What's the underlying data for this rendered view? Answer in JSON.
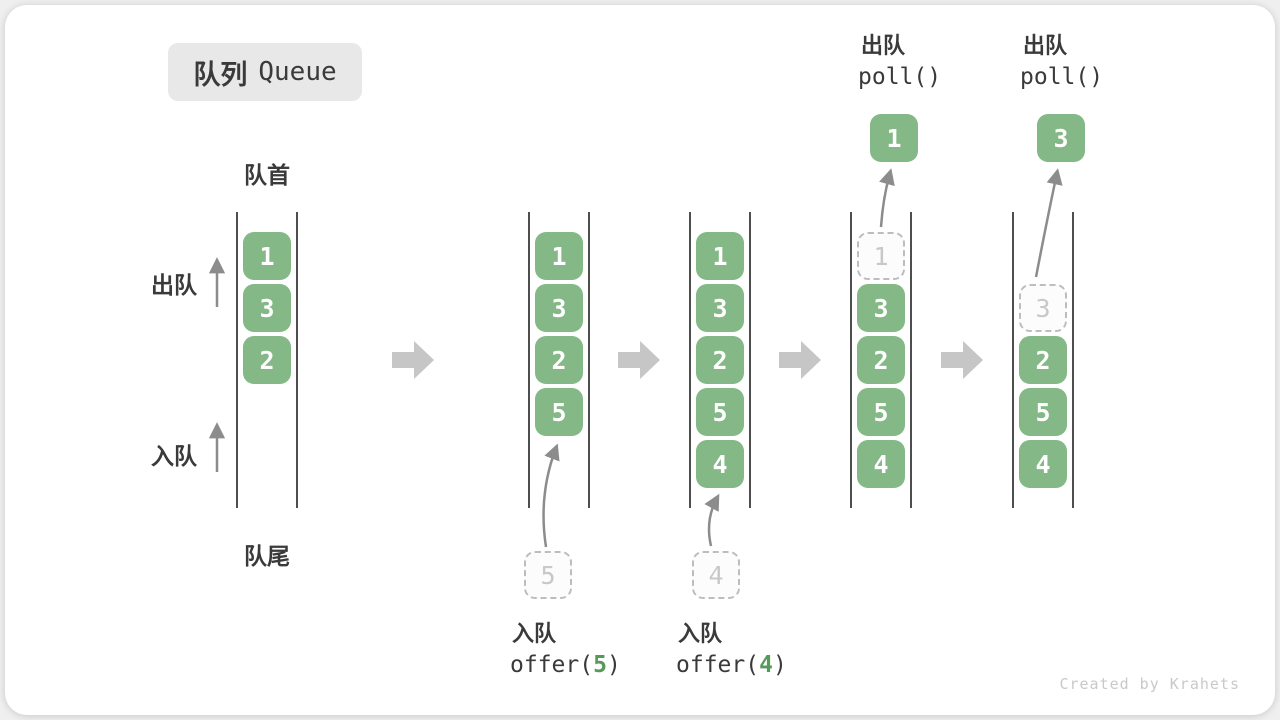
{
  "title": {
    "zh": "队列",
    "en": "Queue"
  },
  "side_labels": {
    "front": "队首",
    "rear": "队尾",
    "dequeue": "出队",
    "enqueue": "入队"
  },
  "states": [
    {
      "items": [
        "1",
        "3",
        "2"
      ]
    },
    {
      "items": [
        "1",
        "3",
        "2",
        "5"
      ],
      "incoming": "5",
      "op": {
        "zh": "入队",
        "code_prefix": "offer(",
        "code_arg": "5",
        "code_suffix": ")"
      }
    },
    {
      "items": [
        "1",
        "3",
        "2",
        "5",
        "4"
      ],
      "incoming": "4",
      "op": {
        "zh": "入队",
        "code_prefix": "offer(",
        "code_arg": "4",
        "code_suffix": ")"
      }
    },
    {
      "items": [
        "3",
        "2",
        "5",
        "4"
      ],
      "removed": "1",
      "polled": "1",
      "op": {
        "zh": "出队",
        "code": "poll()"
      }
    },
    {
      "items": [
        "2",
        "5",
        "4"
      ],
      "removed": "3",
      "polled": "3",
      "op": {
        "zh": "出队",
        "code": "poll()"
      }
    }
  ],
  "watermark": "Created by Krahets",
  "colors": {
    "box_green": "#84b886",
    "code_green": "#569a5a",
    "text_dark": "#3a3a3a",
    "arrow_gray": "#8c8c8c",
    "block_arrow_gray": "#c6c6c6",
    "dashed_border": "#bdbdbd",
    "dashed_text": "#c8c8c8",
    "title_bg": "#e8e8e8",
    "wall": "#4e4e4e"
  }
}
